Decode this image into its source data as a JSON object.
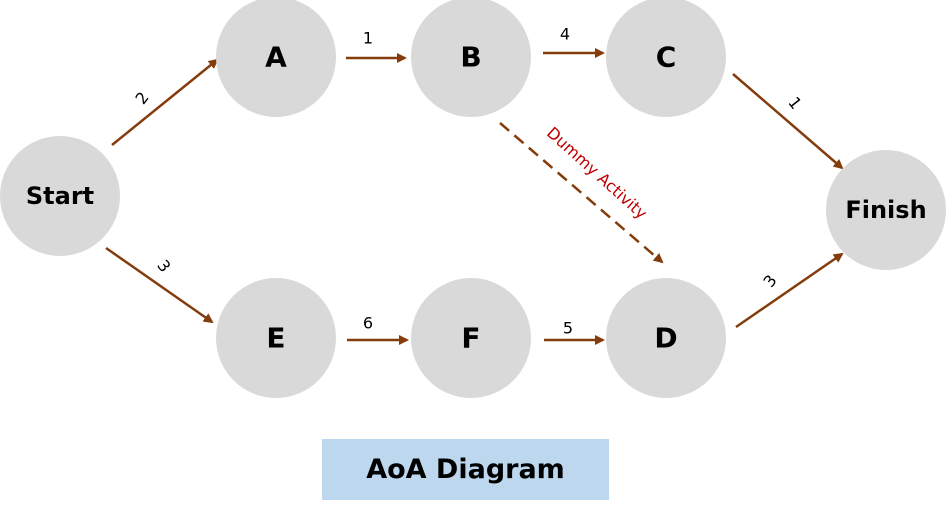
{
  "diagram": {
    "title": "AoA Diagram",
    "colors": {
      "node_fill": "#d9d9d9",
      "arrow": "#843c0c",
      "dummy_label": "#c00000",
      "caption_bg": "#bdd7ee"
    },
    "nodes": [
      {
        "id": "start",
        "label": "Start"
      },
      {
        "id": "A",
        "label": "A"
      },
      {
        "id": "B",
        "label": "B"
      },
      {
        "id": "C",
        "label": "C"
      },
      {
        "id": "E",
        "label": "E"
      },
      {
        "id": "F",
        "label": "F"
      },
      {
        "id": "D",
        "label": "D"
      },
      {
        "id": "finish",
        "label": "Finish"
      }
    ],
    "edges": [
      {
        "from": "start",
        "to": "A",
        "label": "2",
        "style": "solid"
      },
      {
        "from": "A",
        "to": "B",
        "label": "1",
        "style": "solid"
      },
      {
        "from": "B",
        "to": "C",
        "label": "4",
        "style": "solid"
      },
      {
        "from": "C",
        "to": "finish",
        "label": "1",
        "style": "solid"
      },
      {
        "from": "start",
        "to": "E",
        "label": "3",
        "style": "solid"
      },
      {
        "from": "E",
        "to": "F",
        "label": "6",
        "style": "solid"
      },
      {
        "from": "F",
        "to": "D",
        "label": "5",
        "style": "solid"
      },
      {
        "from": "D",
        "to": "finish",
        "label": "3",
        "style": "solid"
      },
      {
        "from": "B",
        "to": "D",
        "label": "Dummy Activity",
        "style": "dashed"
      }
    ]
  }
}
